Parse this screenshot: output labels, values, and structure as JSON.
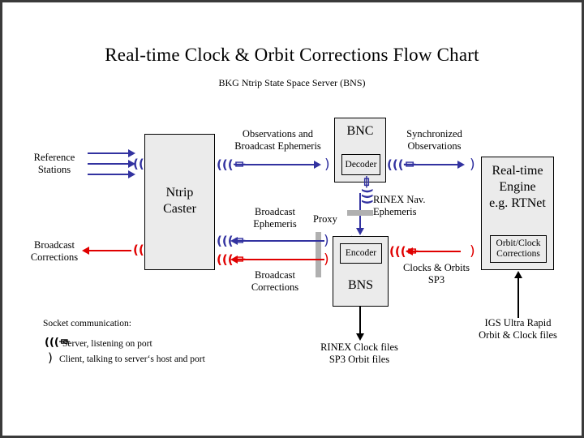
{
  "page": {
    "title": "Real-time Clock & Orbit Corrections Flow Chart",
    "subtitle": "BKG Ntrip State Space Server  (BNS)",
    "border_color": "#3a3a3a",
    "background": "#ffffff"
  },
  "colors": {
    "blue": "#3232a0",
    "red": "#e00000",
    "black": "#000000",
    "box_fill": "#ebebeb",
    "proxy_gray": "#b0b0b0"
  },
  "boxes": {
    "ntrip_caster": {
      "title": "Ntrip\nCaster"
    },
    "bnc": {
      "title": "BNC",
      "inner": "Decoder"
    },
    "bns": {
      "title": "BNS",
      "inner": "Encoder"
    },
    "rt_engine": {
      "title": "Real-time\nEngine\ne.g. RTNet",
      "inner": "Orbit/Clock\nCorrections"
    }
  },
  "labels": {
    "reference_stations": "Reference\nStations",
    "broadcast_corrections_left": "Broadcast\nCorrections",
    "observations_broadcast_ephemeris": "Observations and\nBroadcast Ephemeris",
    "synchronized_observations": "Synchronized\nObservations",
    "rinex_nav_ephemeris": "RINEX Nav.\nEphemeris",
    "proxy": "Proxy",
    "broadcast_ephemeris": "Broadcast\nEphemeris",
    "broadcast_corrections_center": "Broadcast\nCorrections",
    "clocks_orbits_sp3": "Clocks & Orbits\nSP3",
    "rinex_clock_sp3_files": "RINEX Clock files\nSP3 Orbit files",
    "igs_ultra_rapid": "IGS Ultra Rapid\nOrbit & Clock files"
  },
  "legend": {
    "heading": "Socket communication:",
    "server_glyph": "server-antenna-icon",
    "server_text": "Server, listening on port",
    "client_glyph": "client-bracket-icon",
    "client_text": "Client, talking to server‘s host and port"
  }
}
